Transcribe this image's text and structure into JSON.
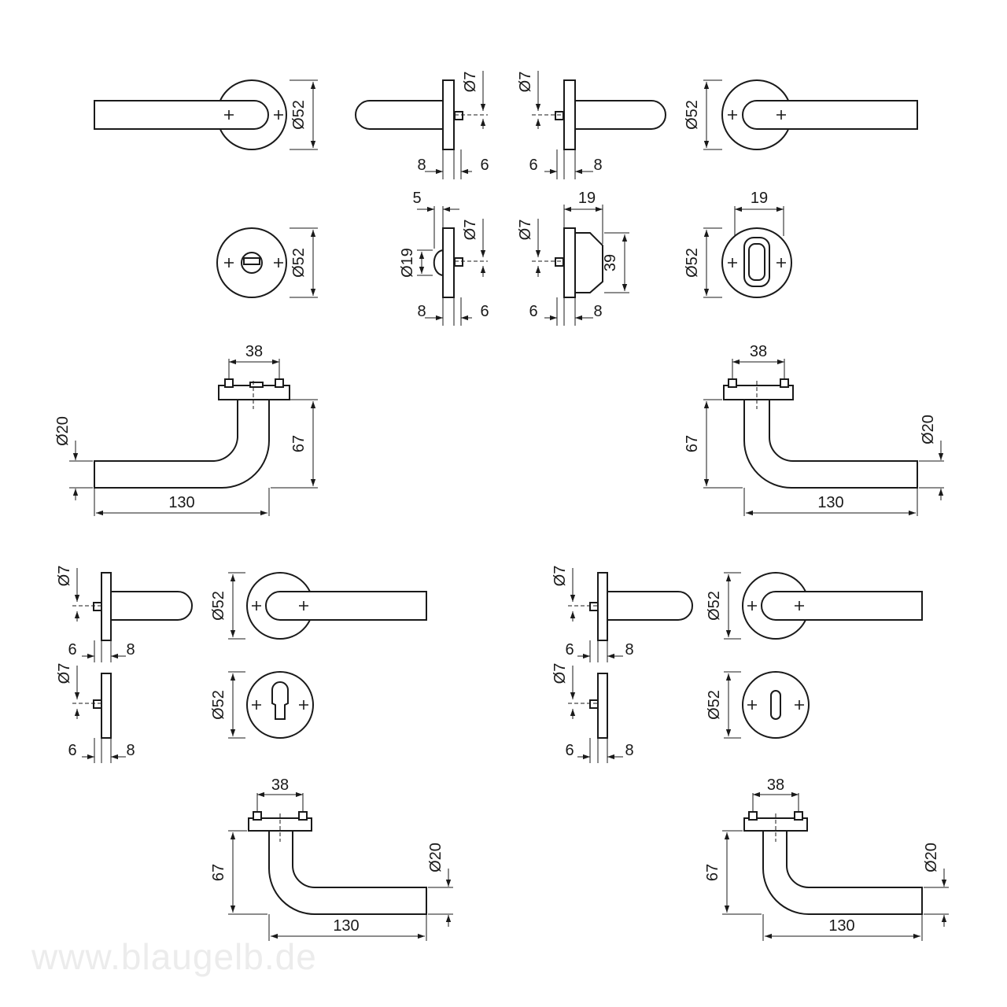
{
  "drawing": {
    "watermark": "www.blaugelb.de",
    "dims": {
      "d52": "Ø52",
      "d7": "Ø7",
      "d19": "Ø19",
      "d20": "Ø20",
      "n5": "5",
      "n6": "6",
      "n8": "8",
      "n19": "19",
      "n38": "38",
      "n39": "39",
      "n67": "67",
      "n130": "130"
    }
  },
  "colors": {
    "line": "#1a1a1a",
    "background": "#ffffff",
    "watermark": "#ececec"
  }
}
